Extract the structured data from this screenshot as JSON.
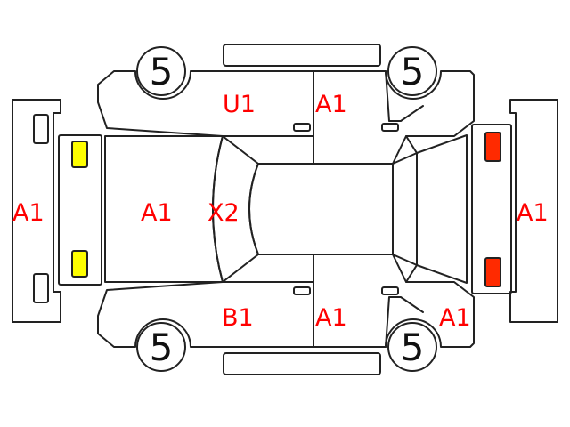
{
  "diagram": {
    "colors": {
      "line": "#222222",
      "label": "#ff0000",
      "front_lamps": "#ffff00",
      "rear_lamps": "#ff2a00"
    },
    "wheel_grade_labels": {
      "front_top": "5",
      "rear_top": "5",
      "front_bottom": "5",
      "rear_bottom": "5"
    },
    "damage_labels": {
      "front_bumper": "A1",
      "hood": "A1",
      "windshield": "X2",
      "front_left_door": "U1",
      "rear_left_door": "A1",
      "front_right_door": "B1",
      "rear_right_door": "A1",
      "rear_right_fender": "A1",
      "rear_bumper": "A1"
    }
  }
}
